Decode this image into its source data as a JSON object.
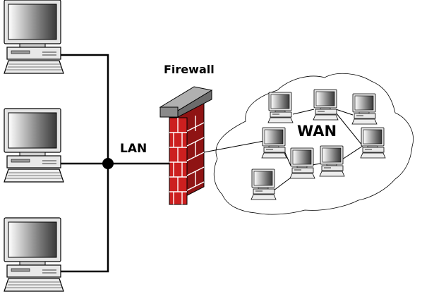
{
  "diagram": {
    "labels": {
      "firewall": "Firewall",
      "lan": "LAN",
      "wan": "WAN"
    },
    "icons": {
      "workstation": "desktop-computer-icon",
      "wan_host": "computer-icon",
      "firewall": "brick-wall-icon",
      "hub": "lan-junction-node"
    },
    "colors": {
      "brick": "#cc1f1f",
      "brick_shade": "#8f1414",
      "mortar": "#ffffff",
      "cap": "#909090",
      "line": "#000000"
    }
  }
}
